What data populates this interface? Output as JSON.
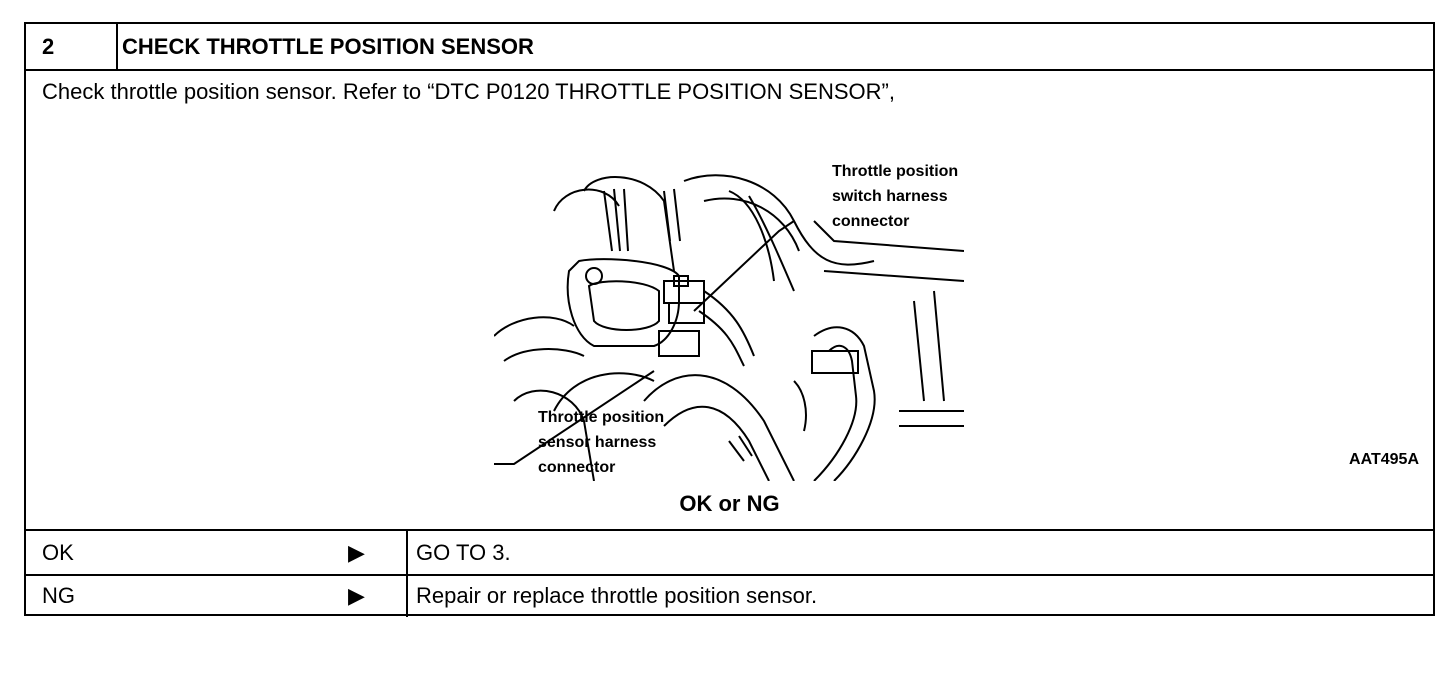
{
  "step": {
    "number": "2",
    "title": "CHECK THROTTLE POSITION SENSOR",
    "instruction": "Check throttle position sensor. Refer to “DTC P0120 THROTTLE POSITION SENSOR”,"
  },
  "figure": {
    "label_switch": "Throttle position\nswitch harness\nconnector",
    "label_sensor": "Throttle position\nsensor harness\nconnector",
    "code": "AAT495A"
  },
  "decision": "OK or NG",
  "results": [
    {
      "label": "OK",
      "arrow": "▶",
      "action": "GO TO 3."
    },
    {
      "label": "NG",
      "arrow": "▶",
      "action": "Repair or replace throttle position sensor."
    }
  ]
}
